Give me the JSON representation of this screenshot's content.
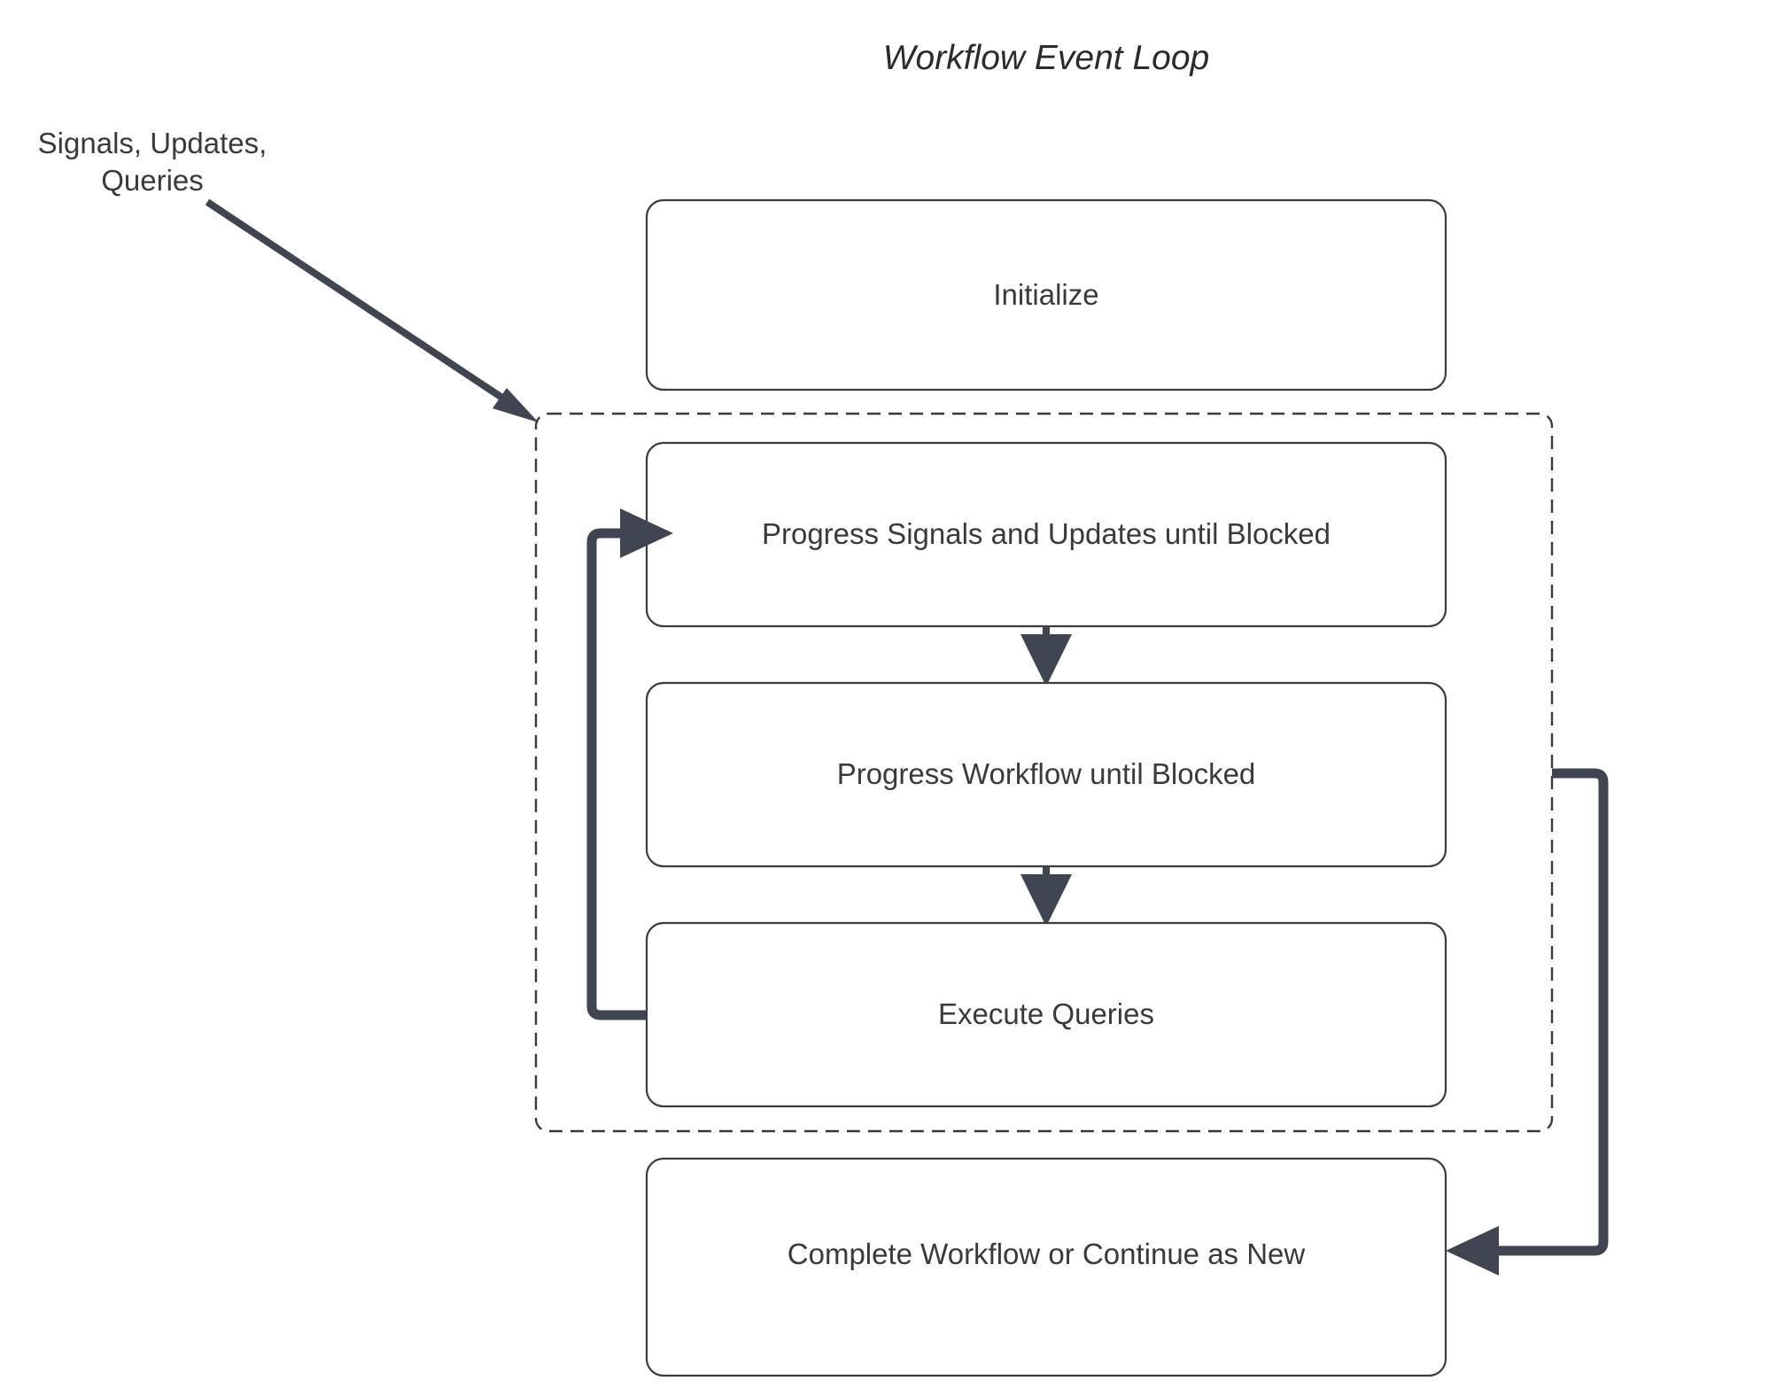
{
  "diagram": {
    "title": "Workflow Event Loop",
    "external_input_label_line1": "Signals, Updates,",
    "external_input_label_line2": "Queries",
    "colors": {
      "background": "#ffffff",
      "box_border": "#3c3c3c",
      "text": "#3a3a3a",
      "edge": "#3f4551",
      "dashed_border": "#3a3a3a"
    },
    "nodes": [
      {
        "id": "initialize",
        "label": "Initialize"
      },
      {
        "id": "progress-signals",
        "label": "Progress Signals and Updates until Blocked"
      },
      {
        "id": "progress-workflow",
        "label": "Progress Workflow until Blocked"
      },
      {
        "id": "execute-queries",
        "label": "Execute Queries"
      },
      {
        "id": "complete-workflow",
        "label": "Complete Workflow or Continue as New"
      }
    ],
    "group": {
      "id": "event-loop-group",
      "style": "dashed"
    },
    "edges": [
      {
        "id": "external-to-loop",
        "from": "Signals, Updates, Queries",
        "to": "event-loop-group"
      },
      {
        "id": "signals-to-workflow",
        "from": "Progress Signals and Updates until Blocked",
        "to": "Progress Workflow until Blocked"
      },
      {
        "id": "workflow-to-queries",
        "from": "Progress Workflow until Blocked",
        "to": "Execute Queries"
      },
      {
        "id": "queries-to-signals",
        "from": "Execute Queries",
        "to": "Progress Signals and Updates until Blocked"
      },
      {
        "id": "loop-to-complete",
        "from": "event-loop-group",
        "to": "Complete Workflow or Continue as New"
      }
    ]
  }
}
